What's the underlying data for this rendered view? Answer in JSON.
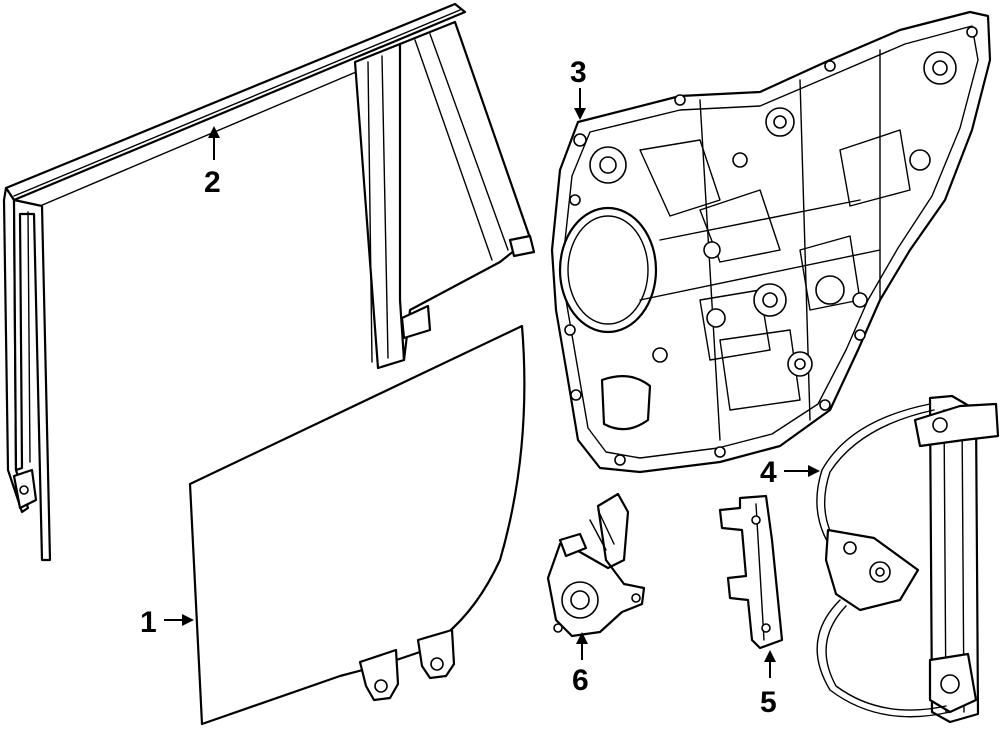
{
  "diagram": {
    "parts": [
      {
        "id": "glass",
        "callout": "1",
        "icon": "door-glass"
      },
      {
        "id": "run-channel",
        "callout": "2",
        "icon": "glass-run-channel"
      },
      {
        "id": "module-panel",
        "callout": "3",
        "icon": "door-module-panel"
      },
      {
        "id": "window-regulator",
        "callout": "4",
        "icon": "window-regulator"
      },
      {
        "id": "regulator-bracket",
        "callout": "5",
        "icon": "regulator-bracket"
      },
      {
        "id": "window-motor",
        "callout": "6",
        "icon": "window-motor"
      }
    ],
    "colors": {
      "line": "#000000",
      "background": "#ffffff"
    }
  }
}
